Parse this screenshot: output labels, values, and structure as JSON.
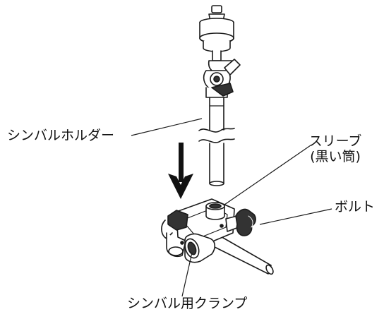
{
  "labels": {
    "cymbal_holder": "シンバルホルダー",
    "sleeve_line1": "スリーブ",
    "sleeve_line2": "(黒い筒)",
    "bolt": "ボルト",
    "cymbal_clamp": "シンバル用クランプ"
  },
  "colors": {
    "line": "#1a1a1a",
    "fill": "#ffffff",
    "dark_part": "#333333",
    "arrow": "#111111"
  },
  "icons": {
    "direction": "down-arrow-icon"
  }
}
